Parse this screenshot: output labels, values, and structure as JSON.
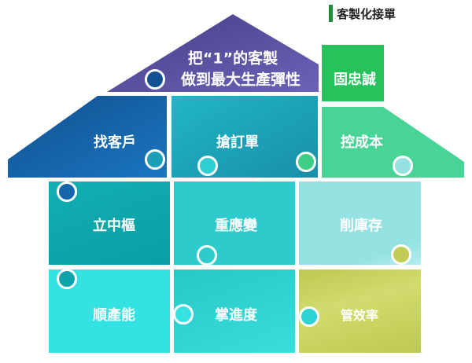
{
  "title": "客製化接單",
  "roof": {
    "line1": "把“1”的客製",
    "line2": "做到最大生產彈性"
  },
  "chimney": "固忠誠",
  "row1": [
    "找客戶",
    "搶訂單",
    "控成本"
  ],
  "row2": [
    "立中樞",
    "重應變",
    "削庫存"
  ],
  "row3": [
    "順產能",
    "掌進度",
    "管效率"
  ],
  "colors": {
    "roof": "#5a4f9c",
    "blue": "#1466a8",
    "teal_dark": "#1e9fb8",
    "green_roof": "#48d496",
    "chimney": "#27c25c",
    "r2c1": "#0ea3a8",
    "r2c2": "#2dcbcb",
    "r2c3": "#96e2e2",
    "r3c1": "#35e2e2",
    "r3c2": "#2fd3d3",
    "r3c3": "#c8d35c",
    "title_bar": "#1f8a3c"
  }
}
